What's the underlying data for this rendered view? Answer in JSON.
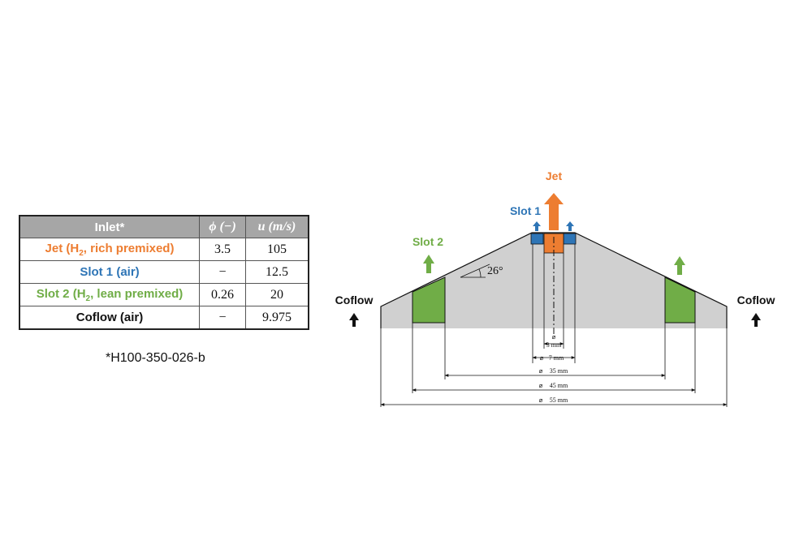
{
  "table": {
    "headers": [
      "Inlet*",
      "ϕ (−)",
      "u (m/s)"
    ],
    "rows": [
      {
        "name_main": "Jet (H",
        "name_sub": "2",
        "name_rest": ", rich premixed)",
        "phi": "3.5",
        "u": "105",
        "color": "#ed7d31"
      },
      {
        "name_main": "Slot 1 (air)",
        "name_sub": "",
        "name_rest": "",
        "phi": "−",
        "u": "12.5",
        "color": "#2e75b6"
      },
      {
        "name_main": "Slot 2 (H",
        "name_sub": "2",
        "name_rest": ", lean premixed)",
        "phi": "0.26",
        "u": "20",
        "color": "#70ad47"
      },
      {
        "name_main": "Coflow (air)",
        "name_sub": "",
        "name_rest": "",
        "phi": "−",
        "u": "9.975",
        "color": "#111111"
      }
    ]
  },
  "footnote": "*H100-350-026-b",
  "diagram": {
    "labels": {
      "jet": "Jet",
      "slot1": "Slot 1",
      "slot2": "Slot 2",
      "coflow_left": "Coflow",
      "coflow_right": "Coflow",
      "angle": "26°"
    },
    "dimensions": {
      "d3": "3 mm",
      "d7": "7 mm",
      "d35": "35 mm",
      "d45": "45 mm",
      "d55": "55 mm",
      "diameter_symbol": "⌀"
    },
    "colors": {
      "body": "#d0d0d0",
      "jet": "#ed7d31",
      "slot1": "#2e75b6",
      "slot2": "#70ad47",
      "table_header": "#a6a6a6"
    }
  }
}
